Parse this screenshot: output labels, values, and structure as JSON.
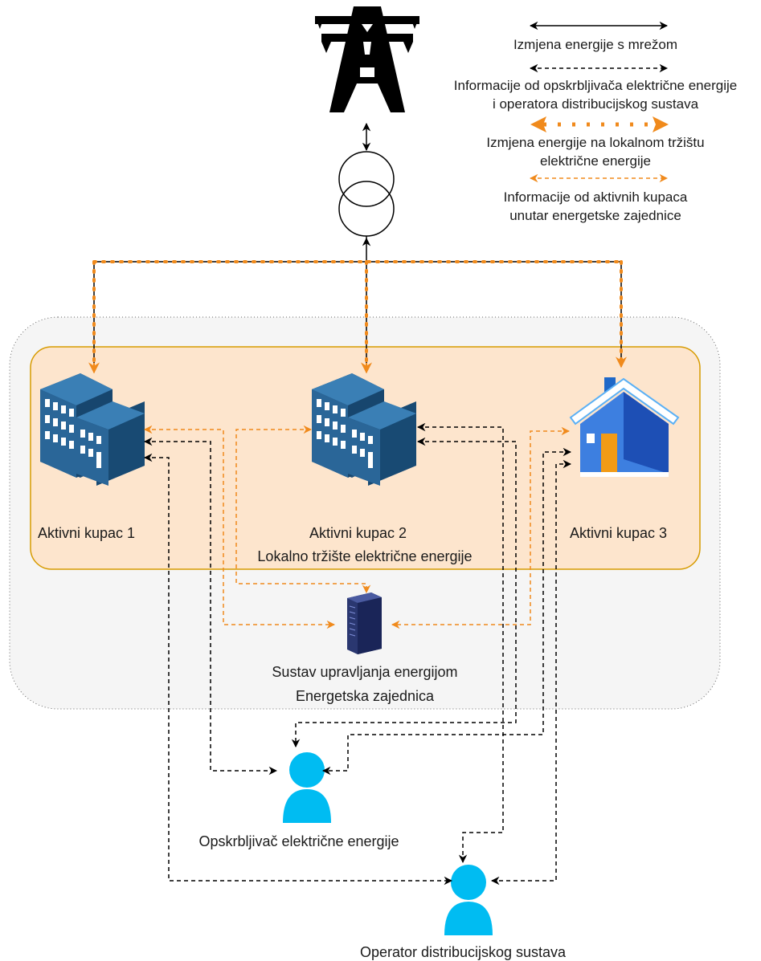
{
  "legend": {
    "grid_energy_exchange": "Izmjena energije s mrežom",
    "supplier_dso_info_line1": "Informacije od opskrbljivača električne energije",
    "supplier_dso_info_line2": "i operatora distribucijskog sustava",
    "local_market_exchange_line1": "Izmjena energije na lokalnom tržištu",
    "local_market_exchange_line2": "električne energije",
    "active_customer_info_line1": "Informacije od aktivnih kupaca",
    "active_customer_info_line2": "unutar energetske zajednice"
  },
  "nodes": {
    "customer1": "Aktivni kupac 1",
    "customer2": "Aktivni kupac 2",
    "customer3": "Aktivni kupac 3",
    "local_market": "Lokalno tržište električne energije",
    "ems": "Sustav upravljanja energijom",
    "community": "Energetska zajednica",
    "supplier": "Opskrbljivač električne energije",
    "dso": "Operator distribucijskog sustava"
  },
  "colors": {
    "orange": "#f08a1c",
    "black": "#000000",
    "building_blue": "#1f5f8f",
    "person_cyan": "#00bcf2",
    "market_fill": "#fde5cd",
    "market_border": "#d79b00",
    "community_fill": "#f5f5f5"
  }
}
